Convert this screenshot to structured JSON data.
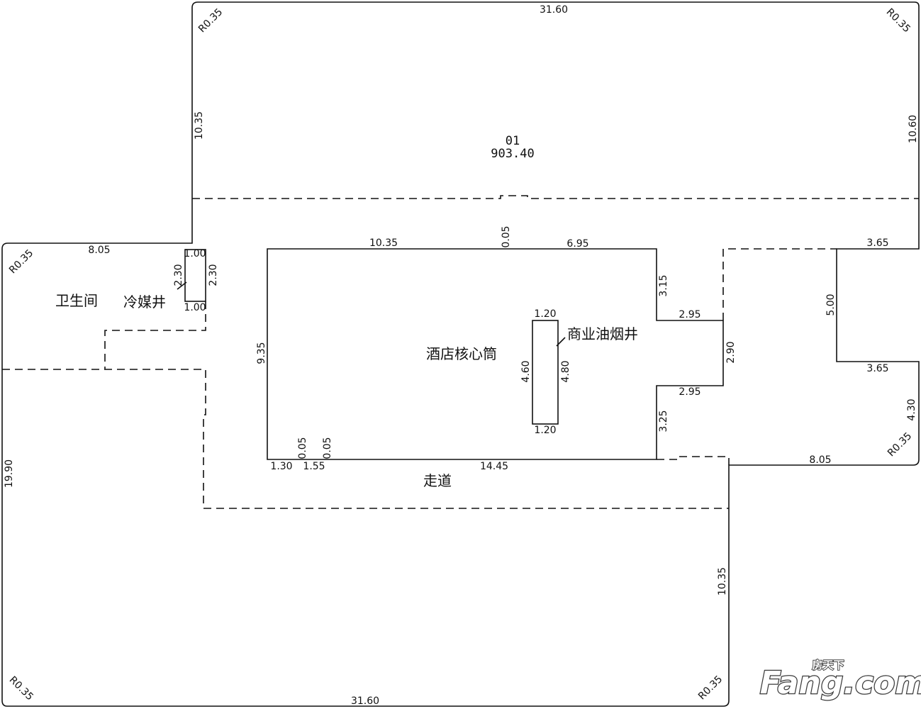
{
  "rooms": {
    "unit_number": "01",
    "unit_area": "903.40",
    "restroom": "卫生间",
    "cold_coal_shaft": "冷媒井",
    "hotel_core": "酒店核心筒",
    "commercial_flue": "商业油烟井",
    "corridor": "走道"
  },
  "dimensions": {
    "top_width": "31.60",
    "bottom_width": "31.60",
    "upper_left_height": "10.35",
    "upper_right_height": "10.60",
    "left_height": "19.90",
    "lower_right_height": "10.35",
    "left_wing_width": "8.05",
    "right_lower_width": "8.05",
    "right_notch_height": "5.00",
    "right_notch_top": "3.65",
    "right_notch_bottom": "3.65",
    "right_lower_height": "4.30",
    "radius": "R0.35",
    "shaft_top": "1.00",
    "shaft_bottom": "1.00",
    "shaft_height_left": "2.30",
    "shaft_height_right": "2.30",
    "core_top_left": "10.35",
    "core_top_gap": "0.05",
    "core_top_right": "6.95",
    "core_left_height": "9.35",
    "core_right_upper": "3.15",
    "core_right_lower": "3.25",
    "core_step_top": "2.95",
    "core_step_bottom": "2.95",
    "core_step_height": "2.90",
    "core_bottom_a": "1.30",
    "core_bottom_gap_a": "0.05",
    "core_bottom_b": "1.55",
    "core_bottom_gap_b": "0.05",
    "core_bottom_main": "14.45",
    "flue_top": "1.20",
    "flue_bottom": "1.20",
    "flue_height_left": "4.60",
    "flue_height_right": "4.80"
  },
  "watermark": {
    "brand": "Fang.com",
    "chinese": "房天下"
  }
}
